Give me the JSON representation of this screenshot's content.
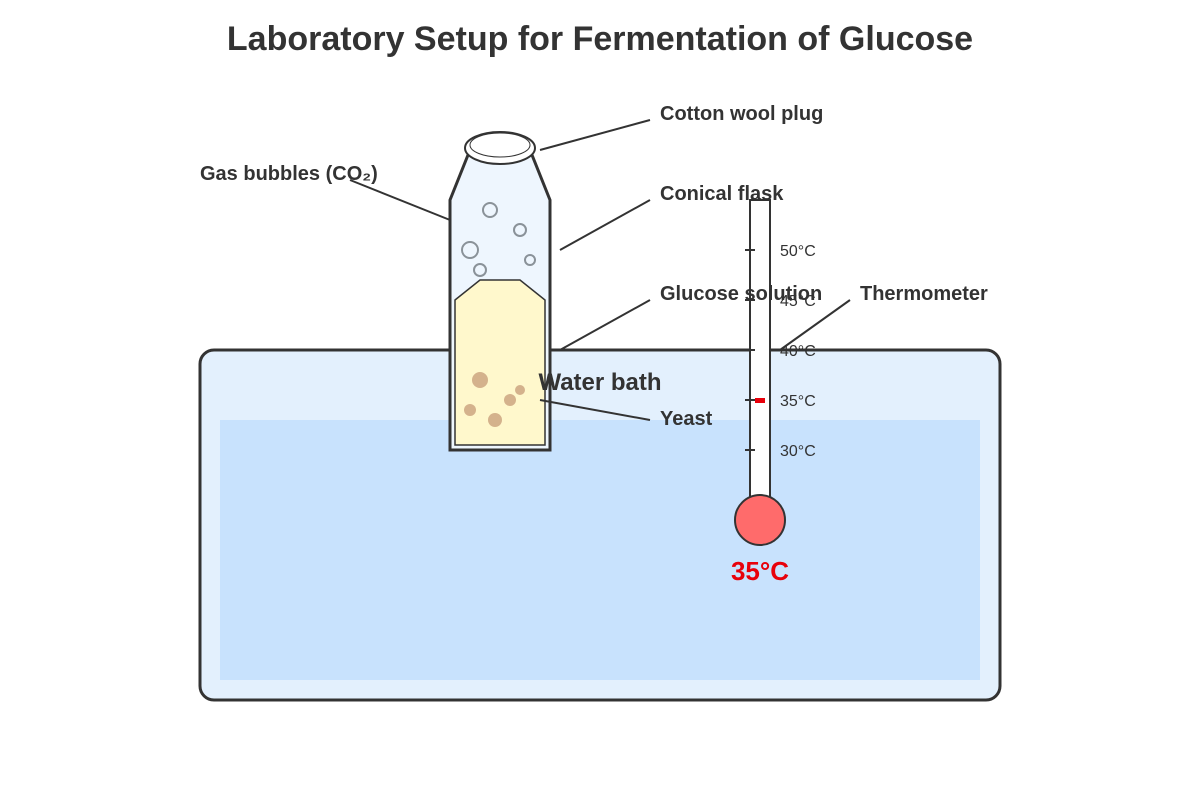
{
  "title": "Laboratory Setup for Fermentation of Glucose",
  "labels": {
    "cotton_wool_plug": "Cotton wool plug",
    "gas_bubbles": "Gas bubbles (CO₂)",
    "conical_flask": "Conical flask",
    "glucose_solution": "Glucose solution",
    "thermometer": "Thermometer",
    "water_bath": "Water bath",
    "yeast": "Yeast"
  },
  "thermometer": {
    "scale": [
      "50°C",
      "45°C",
      "40°C",
      "35°C",
      "30°C"
    ],
    "level_celsius": 35,
    "reading": "35°C"
  },
  "colors": {
    "text": "#333333",
    "reading_red": "#e8000b",
    "bath_fill": "#e3f0fd",
    "water_fill": "#c8e2fd",
    "flask_fill": "#eef6fe",
    "solution_fill": "#fff8cc",
    "yeast_fill": "#d4b28c",
    "bulb_fill": "#ff6b6b"
  }
}
